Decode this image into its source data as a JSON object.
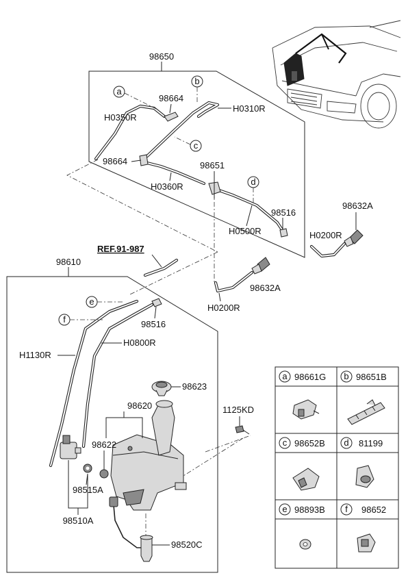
{
  "labels": {
    "assy_upper": "98650",
    "assy_lower": "98610",
    "ref": "REF.91-987",
    "p98664a": "98664",
    "p98664b": "98664",
    "pH0350R": "H0350R",
    "pH0310R": "H0310R",
    "pH0360R": "H0360R",
    "p98651": "98651",
    "pH0500R": "H0500R",
    "p98516a": "98516",
    "p98632Aa": "98632A",
    "pH0200Ra": "H0200R",
    "p98632Ab": "98632A",
    "pH0200Rb": "H0200R",
    "p98516b": "98516",
    "pH0800R": "H0800R",
    "pH1130R": "H1130R",
    "p98623": "98623",
    "p98620": "98620",
    "p98622": "98622",
    "p1125KD": "1125KD",
    "p98515A": "98515A",
    "p98510A": "98510A",
    "p98520C": "98520C"
  },
  "callouts": {
    "a": "a",
    "b": "b",
    "c": "c",
    "d": "d",
    "e": "e",
    "f": "f"
  },
  "legend": [
    {
      "letter": "a",
      "part": "98661G"
    },
    {
      "letter": "b",
      "part": "98651B"
    },
    {
      "letter": "c",
      "part": "98652B"
    },
    {
      "letter": "d",
      "part": "81199"
    },
    {
      "letter": "e",
      "part": "98893B"
    },
    {
      "letter": "f",
      "part": "98652"
    }
  ]
}
